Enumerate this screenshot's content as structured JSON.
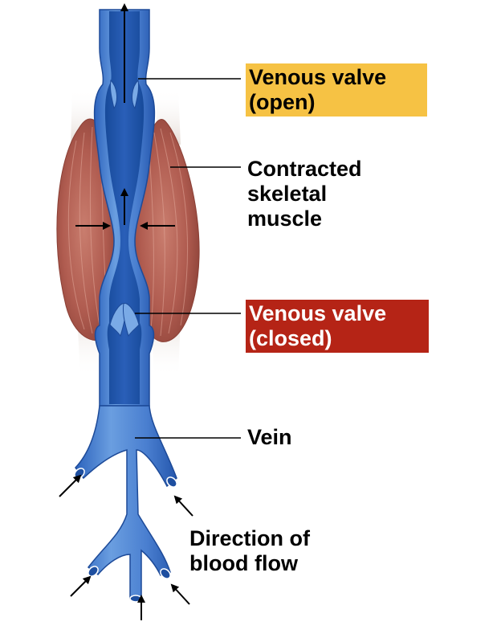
{
  "labels": {
    "valve_open": [
      "Venous valve",
      "(open)"
    ],
    "muscle": [
      "Contracted",
      "skeletal",
      "muscle"
    ],
    "valve_closed": [
      "Venous valve",
      "(closed)"
    ],
    "vein": [
      "Vein"
    ],
    "flow": [
      "Direction of",
      "blood flow"
    ]
  },
  "colors": {
    "open_highlight": "#F6C244",
    "closed_highlight": "#B52416",
    "closed_text": "#FFFFFF",
    "vein_dark": "#1E4FA0",
    "vein_light": "#5B8FD8",
    "muscle": "#B8625A"
  }
}
